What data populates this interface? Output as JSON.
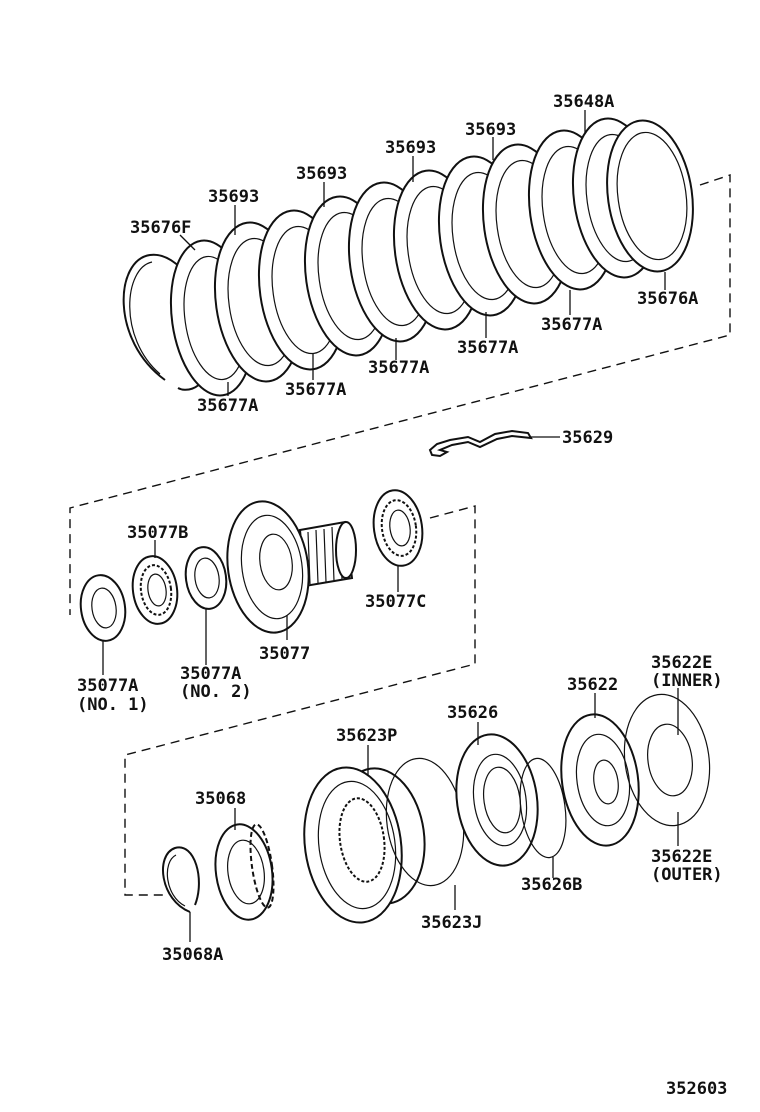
{
  "diagram_id": "352603",
  "labels": {
    "p35648A": "35648A",
    "p35693_a": "35693",
    "p35693_b": "35693",
    "p35693_c": "35693",
    "p35693_d": "35693",
    "p35676F": "35676F",
    "p35676A": "35676A",
    "p35677A_a": "35677A",
    "p35677A_b": "35677A",
    "p35677A_c": "35677A",
    "p35677A_d": "35677A",
    "p35677A_e": "35677A",
    "p35629": "35629",
    "p35077B": "35077B",
    "p35077C": "35077C",
    "p35077": "35077",
    "p35077A_1": "35077A",
    "p35077A_1_note": "(NO. 1)",
    "p35077A_2": "35077A",
    "p35077A_2_note": "(NO. 2)",
    "p35622": "35622",
    "p35622E_in": "35622E",
    "p35622E_in_note": "(INNER)",
    "p35622E_out": "35622E",
    "p35622E_out_note": "(OUTER)",
    "p35626": "35626",
    "p35626B": "35626B",
    "p35623P": "35623P",
    "p35623J": "35623J",
    "p35068": "35068",
    "p35068A": "35068A"
  }
}
